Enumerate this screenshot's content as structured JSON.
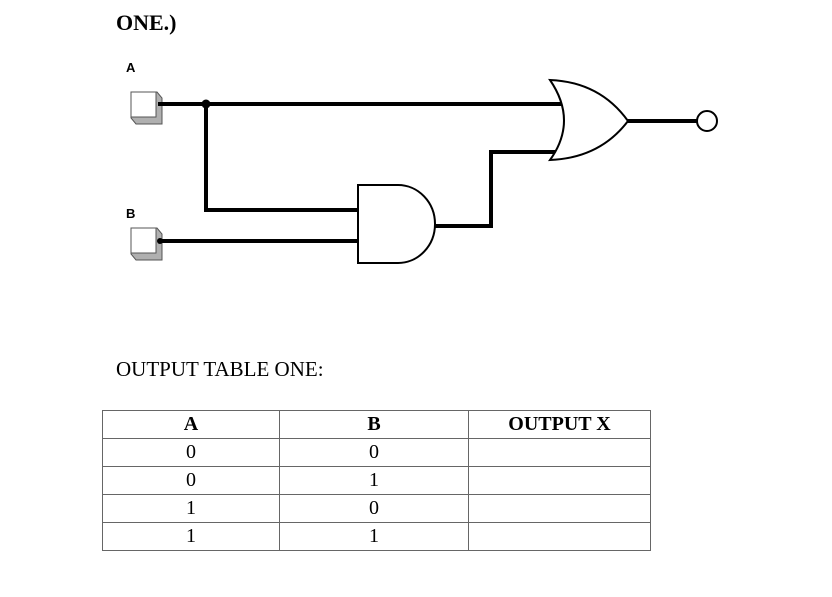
{
  "heading": "ONE.)",
  "inputs": {
    "a_label": "A",
    "b_label": "B"
  },
  "table_title": "OUTPUT TABLE ONE:",
  "table": {
    "headers": [
      "A",
      "B",
      "OUTPUT X"
    ],
    "rows": [
      [
        "0",
        "0",
        ""
      ],
      [
        "0",
        "1",
        ""
      ],
      [
        "1",
        "0",
        ""
      ],
      [
        "1",
        "1",
        ""
      ]
    ]
  }
}
